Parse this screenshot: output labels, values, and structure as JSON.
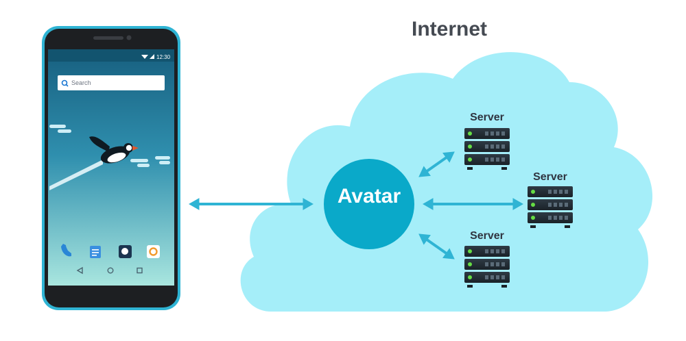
{
  "diagram": {
    "title": "Internet",
    "hub_label": "Avatar",
    "servers": [
      {
        "label": "Server"
      },
      {
        "label": "Server"
      },
      {
        "label": "Server"
      }
    ]
  },
  "phone": {
    "status_time": "12:30",
    "search_placeholder": "Search",
    "dock_icons": [
      "phone-icon",
      "notes-icon",
      "puffin-browser-icon",
      "camera-icon"
    ],
    "nav_icons": [
      "back-icon",
      "home-icon",
      "recents-icon"
    ]
  },
  "colors": {
    "cloud": "#a5eef9",
    "hub": "#0aa9c9",
    "arrow": "#2fb4d4",
    "phone_frame": "#2fb4d4",
    "phone_screen_top": "#1b6f8f",
    "phone_screen_bottom": "#a7e4df",
    "server_led": "#66dd44"
  }
}
